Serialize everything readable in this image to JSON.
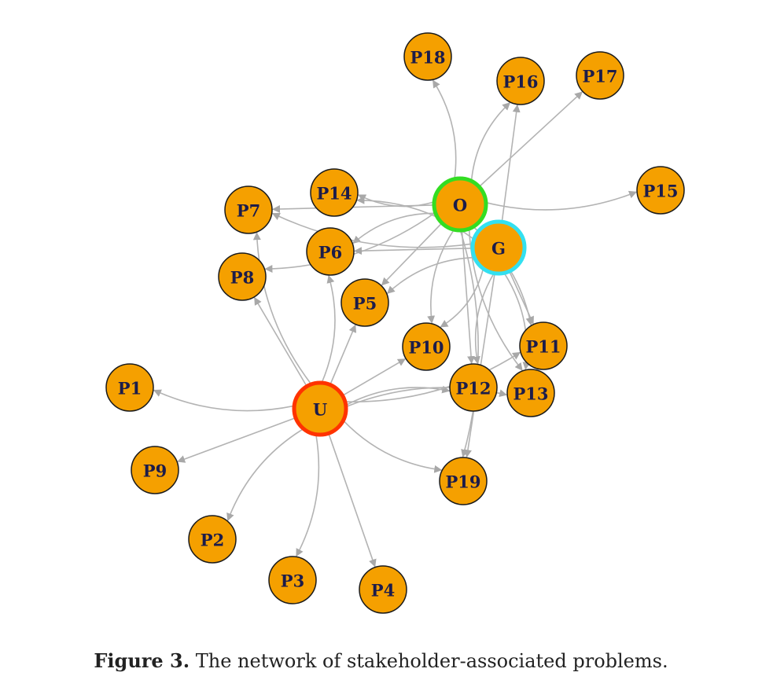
{
  "figure": {
    "caption_label": "Figure 3.",
    "caption_text": "The network of stakeholder-associated problems."
  },
  "colors": {
    "node_fill": "#f5a000",
    "node_border": "#1a1a1a",
    "edge": "#b3b3b3",
    "U_border": "#ff3300",
    "O_border": "#33dd22",
    "G_border": "#33e0f0",
    "label": "#1c1c4a"
  },
  "nodes": [
    {
      "id": "U",
      "label": "U",
      "stakeholder": true
    },
    {
      "id": "O",
      "label": "O",
      "stakeholder": true
    },
    {
      "id": "G",
      "label": "G",
      "stakeholder": true
    },
    {
      "id": "P1",
      "label": "P1"
    },
    {
      "id": "P2",
      "label": "P2"
    },
    {
      "id": "P3",
      "label": "P3"
    },
    {
      "id": "P4",
      "label": "P4"
    },
    {
      "id": "P5",
      "label": "P5"
    },
    {
      "id": "P6",
      "label": "P6"
    },
    {
      "id": "P7",
      "label": "P7"
    },
    {
      "id": "P8",
      "label": "P8"
    },
    {
      "id": "P9",
      "label": "P9"
    },
    {
      "id": "P10",
      "label": "P10"
    },
    {
      "id": "P11",
      "label": "P11"
    },
    {
      "id": "P12",
      "label": "P12"
    },
    {
      "id": "P13",
      "label": "P13"
    },
    {
      "id": "P14",
      "label": "P14"
    },
    {
      "id": "P15",
      "label": "P15"
    },
    {
      "id": "P16",
      "label": "P16"
    },
    {
      "id": "P17",
      "label": "P17"
    },
    {
      "id": "P18",
      "label": "P18"
    },
    {
      "id": "P19",
      "label": "P19"
    }
  ],
  "edges": [
    [
      "U",
      "P1"
    ],
    [
      "U",
      "P9"
    ],
    [
      "U",
      "P2"
    ],
    [
      "U",
      "P3"
    ],
    [
      "U",
      "P4"
    ],
    [
      "U",
      "P19"
    ],
    [
      "U",
      "P12"
    ],
    [
      "U",
      "P10"
    ],
    [
      "U",
      "P11"
    ],
    [
      "U",
      "P13"
    ],
    [
      "U",
      "P5"
    ],
    [
      "U",
      "P6"
    ],
    [
      "U",
      "P7"
    ],
    [
      "U",
      "P8"
    ],
    [
      "O",
      "P18"
    ],
    [
      "O",
      "P16"
    ],
    [
      "O",
      "P17"
    ],
    [
      "O",
      "P15"
    ],
    [
      "O",
      "P14"
    ],
    [
      "O",
      "P7"
    ],
    [
      "O",
      "P6"
    ],
    [
      "O",
      "P8"
    ],
    [
      "O",
      "P5"
    ],
    [
      "O",
      "P10"
    ],
    [
      "O",
      "P11"
    ],
    [
      "O",
      "P12"
    ],
    [
      "O",
      "P13"
    ],
    [
      "O",
      "P19"
    ],
    [
      "G",
      "P16"
    ],
    [
      "G",
      "P14"
    ],
    [
      "G",
      "P7"
    ],
    [
      "G",
      "P6"
    ],
    [
      "G",
      "P5"
    ],
    [
      "G",
      "P10"
    ],
    [
      "G",
      "P11"
    ],
    [
      "G",
      "P12"
    ],
    [
      "G",
      "P13"
    ],
    [
      "G",
      "P19"
    ]
  ]
}
